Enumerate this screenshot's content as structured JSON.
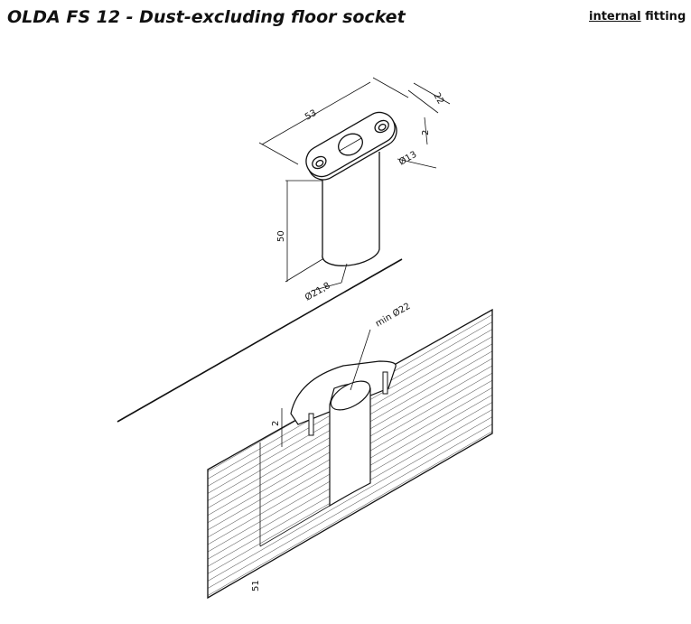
{
  "header": {
    "title": "OLDA FS 12 - Dust-excluding floor socket",
    "link_underlined": "internal",
    "link_rest": " fitting"
  },
  "drawing": {
    "dimensions": {
      "plate_length": "53",
      "plate_width": "22",
      "plate_thickness": "2",
      "hole_diameter": "Ø13",
      "tube_length": "50",
      "tube_diameter": "Ø21,8",
      "bore_diameter": "min Ø22",
      "recess_depth": "2",
      "bore_depth": "51"
    }
  }
}
